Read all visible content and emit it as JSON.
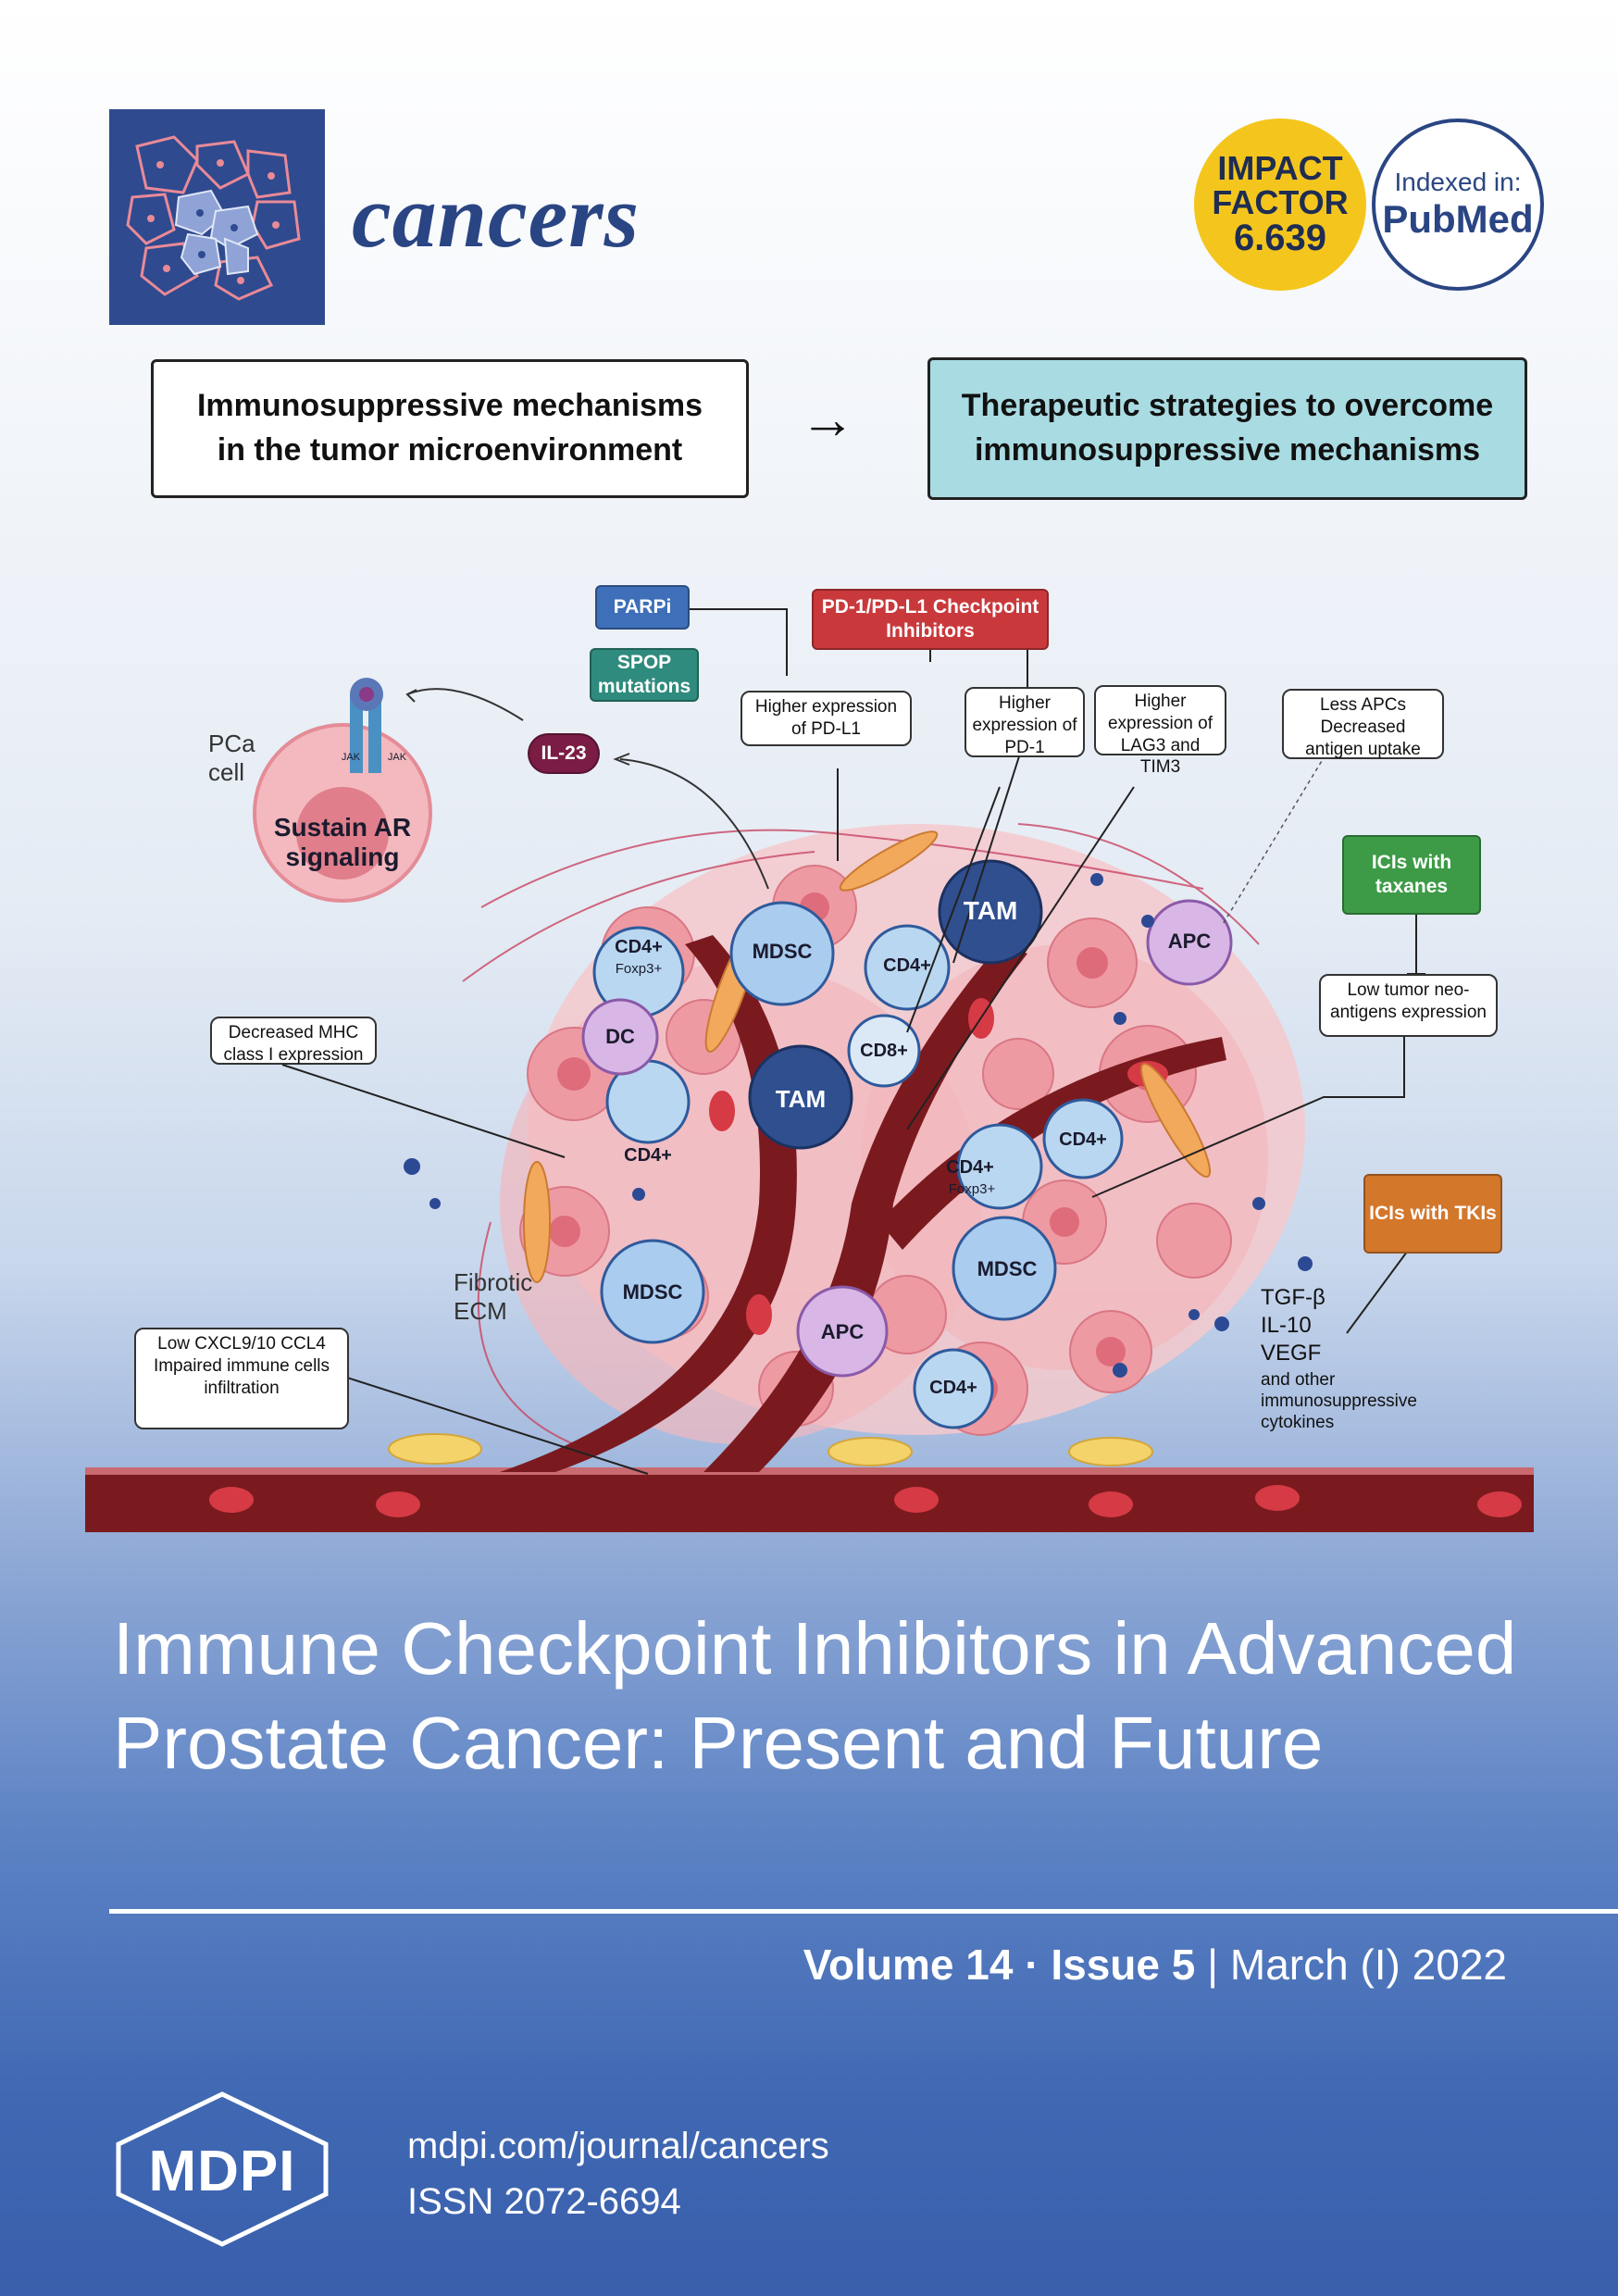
{
  "journal": {
    "name": "cancers",
    "impact_factor": {
      "line1": "IMPACT",
      "line2": "FACTOR",
      "value": "6.639"
    },
    "indexed": {
      "line1": "Indexed in:",
      "line2": "PubMed"
    }
  },
  "header_boxes": {
    "left": {
      "line1": "Immunosuppressive mechanisms",
      "line2": "in the tumor microenvironment"
    },
    "arrow": "→",
    "right": {
      "line1": "Therapeutic strategies to overcome",
      "line2": "immunosuppressive mechanisms"
    }
  },
  "illustration": {
    "colored_boxes": {
      "parpi": "PARPi",
      "spop": "SPOP mutations",
      "pd1": "PD-1/PD-L1 Checkpoint Inhibitors",
      "ici_taxanes": "ICIs with taxanes",
      "ici_tkis": "ICIs with TKIs"
    },
    "labels": {
      "pdl1": "Higher expression of PD-L1",
      "pd1_expr": "Higher expression of PD-1",
      "lag3": "Higher expression of LAG3 and TIM3",
      "less_apcs": "Less APCs Decreased antigen uptake",
      "low_neo": "Low tumor neo-antigens expression",
      "mhc": "Decreased MHC class I expression",
      "cxcl": "Low CXCL9/10 CCL4 Impaired immune cells infiltration"
    },
    "pca": {
      "cell_label": "PCa cell",
      "signal": "Sustain AR signaling",
      "jak1": "JAK",
      "jak2": "JAK",
      "il23": "IL-23"
    },
    "fibrotic": "Fibrotic ECM",
    "cytokines": {
      "tgf": "TGF-β",
      "il10": "IL-10",
      "vegf": "VEGF",
      "other": "and other immunosuppressive cytokines"
    },
    "cells": {
      "mdsc": "MDSC",
      "tam": "TAM",
      "apc": "APC",
      "cd4": "CD4+",
      "foxp3": "Foxp3+",
      "cd8": "CD8+",
      "dc": "DC"
    }
  },
  "article_title": "Immune Checkpoint Inhibitors in Advanced Prostate Cancer: Present and Future",
  "issue": {
    "volume": "Volume 14",
    "sep": " · ",
    "issue": "Issue 5",
    "bar": " | ",
    "date": "March (I) 2022"
  },
  "publisher": {
    "logo": "MDPI",
    "url": "mdpi.com/journal/cancers",
    "issn": "ISSN 2072-6694"
  }
}
